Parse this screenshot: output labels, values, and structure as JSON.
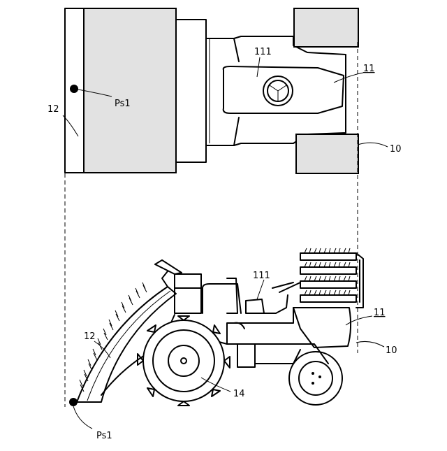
{
  "labels": {
    "top": {
      "label_12": "12",
      "label_ps1": "Ps1",
      "label_111": "111",
      "label_11": "11",
      "label_10": "10"
    },
    "side": {
      "label_111": "111",
      "label_11": "11",
      "label_12": "12",
      "label_14": "14",
      "label_10": "10",
      "label_ps1": "Ps1"
    }
  },
  "colors": {
    "planting_unit_fill": "#e2e2e2",
    "line": "#000000"
  }
}
